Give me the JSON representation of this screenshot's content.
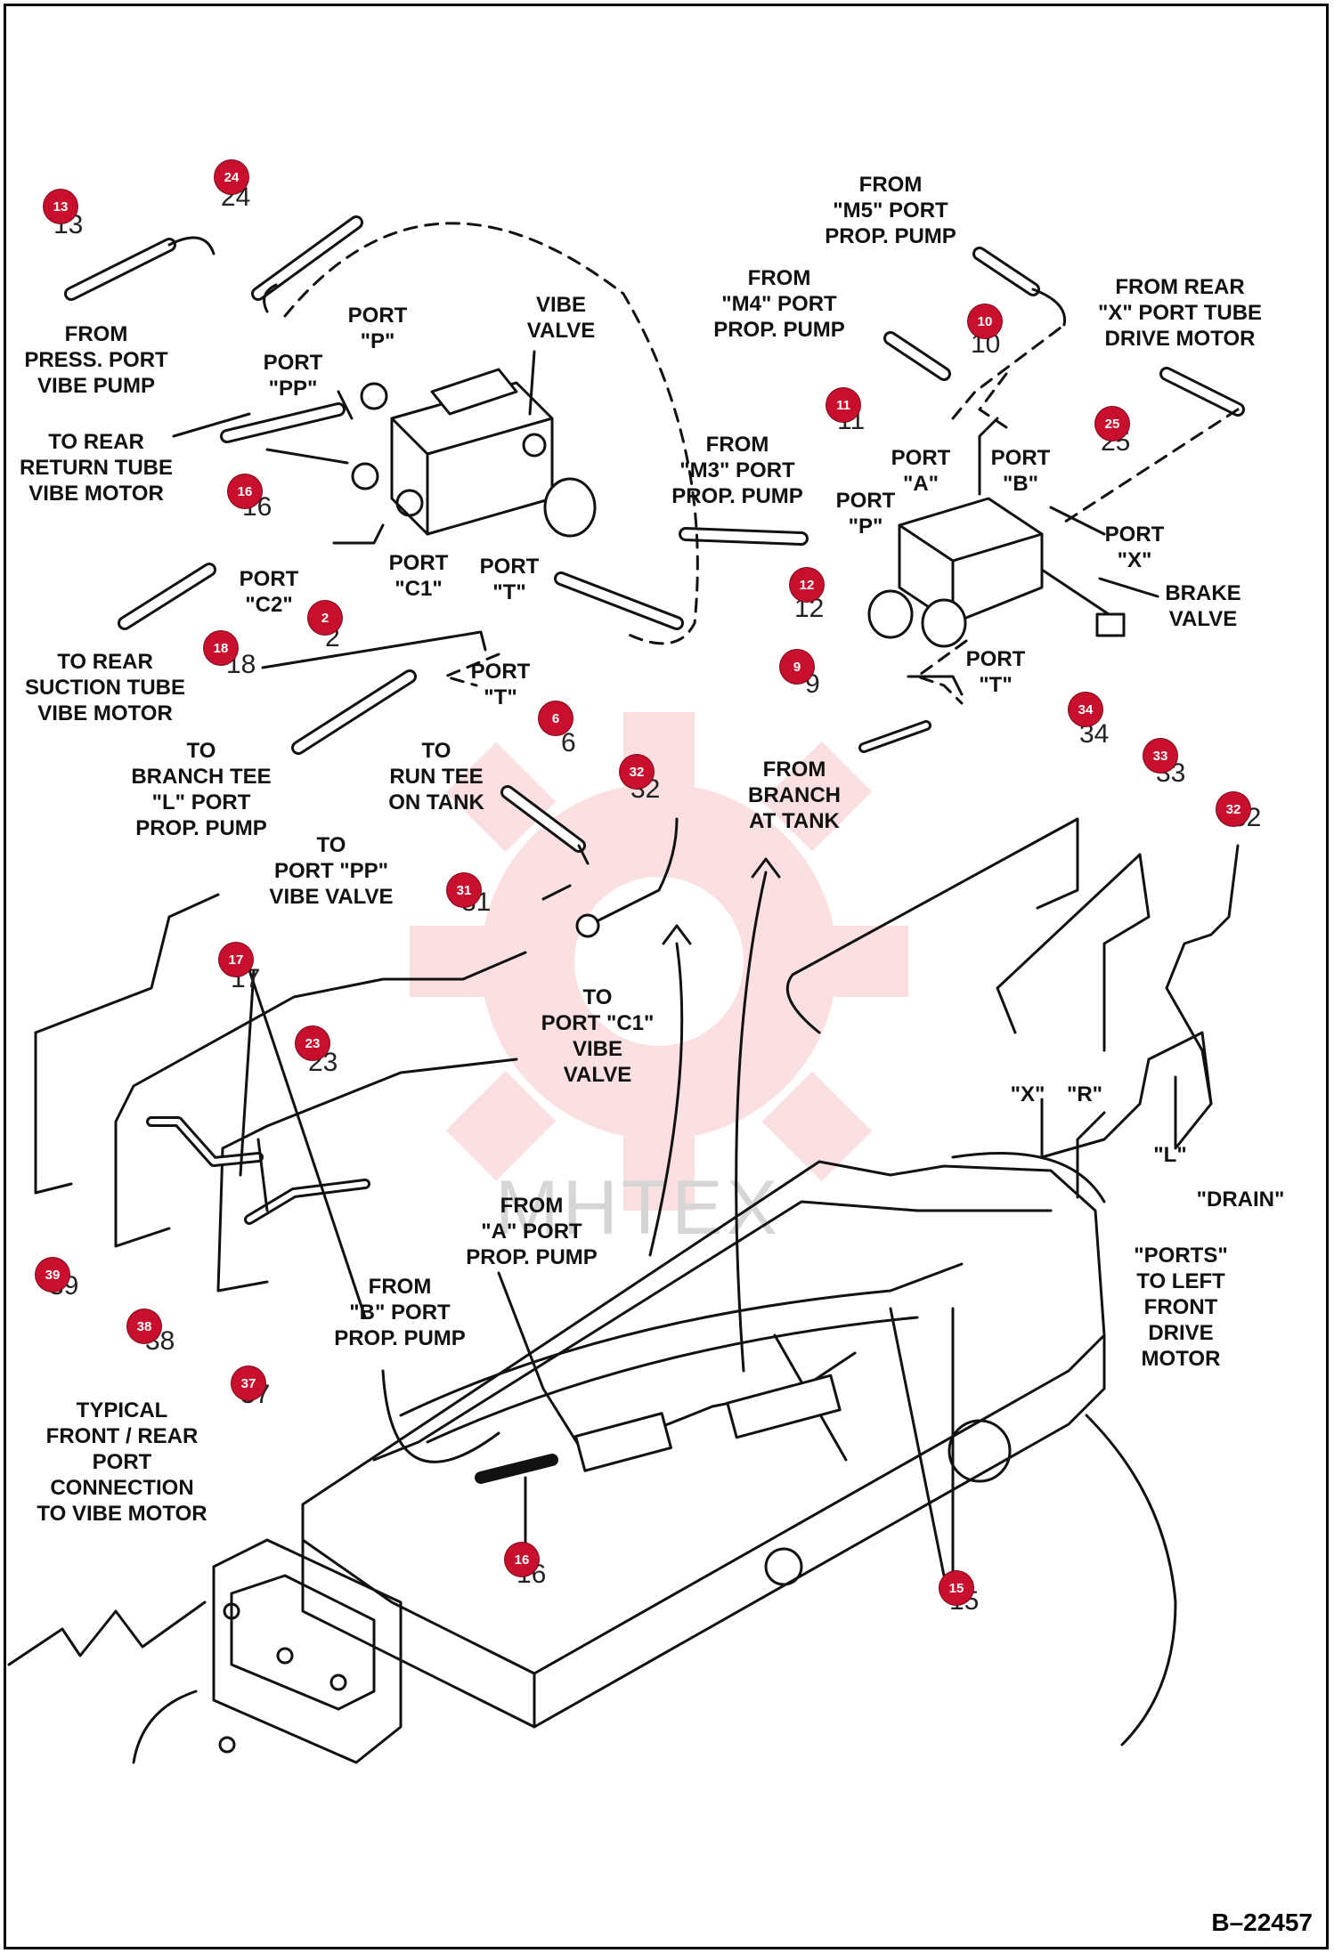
{
  "drawing_id": "B–22457",
  "watermark": "MHTEX",
  "colors": {
    "callout": "#c8102e",
    "line": "#111111",
    "watermark": "#e64545"
  },
  "labels": {
    "from_m5": "FROM\n\"M5\" PORT\nPROP. PUMP",
    "from_m4": "FROM\n\"M4\" PORT\nPROP. PUMP",
    "from_rear_x": "FROM REAR\n\"X\" PORT TUBE\nDRIVE MOTOR",
    "from_m3": "FROM\n\"M3\" PORT\nPROP. PUMP",
    "vibe_valve": "VIBE\nVALVE",
    "port_p_vibe": "PORT\n\"P\"",
    "port_pp": "PORT\n\"PP\"",
    "from_press": "FROM\nPRESS. PORT\nVIBE PUMP",
    "to_rear_return": "TO REAR\nRETURN TUBE\nVIBE MOTOR",
    "port_c1": "PORT\n\"C1\"",
    "port_t_vibe": "PORT\n\"T\"",
    "port_c2": "PORT\n\"C2\"",
    "to_rear_suction": "TO REAR\nSUCTION TUBE\nVIBE MOTOR",
    "port_t_lower": "PORT\n\"T\"",
    "to_branch_tee": "TO\nBRANCH TEE\n\"L\" PORT\nPROP. PUMP",
    "to_run_tee": "TO\nRUN TEE\nON TANK",
    "port_a": "PORT\n\"A\"",
    "port_b": "PORT\n\"B\"",
    "port_p_brake": "PORT\n\"P\"",
    "port_x": "PORT\n\"X\"",
    "brake_valve": "BRAKE\nVALVE",
    "port_t_brake": "PORT\n\"T\"",
    "from_branch_tank": "FROM\nBRANCH\nAT TANK",
    "to_port_pp": "TO\nPORT \"PP\"\nVIBE VALVE",
    "to_port_c1": "TO\nPORT \"C1\"\nVIBE\nVALVE",
    "x_port": "\"X\"",
    "r_port": "\"R\"",
    "l_port": "\"L\"",
    "drain_port": "\"DRAIN\"",
    "ports_left_front": "\"PORTS\"\nTO LEFT\nFRONT\nDRIVE\nMOTOR",
    "from_a_port": "FROM\n\"A\" PORT\nPROP. PUMP",
    "from_b_port": "FROM\n\"B\" PORT\nPROP. PUMP",
    "typical": "TYPICAL\nFRONT / REAR\nPORT\nCONNECTION\nTO VIBE MOTOR"
  },
  "part_numbers": {
    "p13": "13",
    "p24": "24",
    "p10": "10",
    "p25": "25",
    "p11": "11",
    "p16a": "16",
    "p12": "12",
    "p18": "18",
    "p2": "2",
    "p9": "9",
    "p6": "6",
    "p32a": "32",
    "p34": "34",
    "p33": "33",
    "p32b": "32",
    "p31": "31",
    "p17": "17",
    "p23": "23",
    "p39": "39",
    "p38": "38",
    "p37": "37",
    "p16b": "16",
    "p15": "15"
  },
  "callouts": {
    "c13": "13",
    "c24": "24",
    "c10": "10",
    "c25": "25",
    "c11": "11",
    "c16a": "16",
    "c12": "12",
    "c18": "18",
    "c2": "2",
    "c9": "9",
    "c6": "6",
    "c32a": "32",
    "c34": "34",
    "c33": "33",
    "c32b": "32",
    "c31": "31",
    "c17": "17",
    "c23": "23",
    "c39": "39",
    "c38": "38",
    "c37": "37",
    "c16b": "16",
    "c15": "15"
  }
}
